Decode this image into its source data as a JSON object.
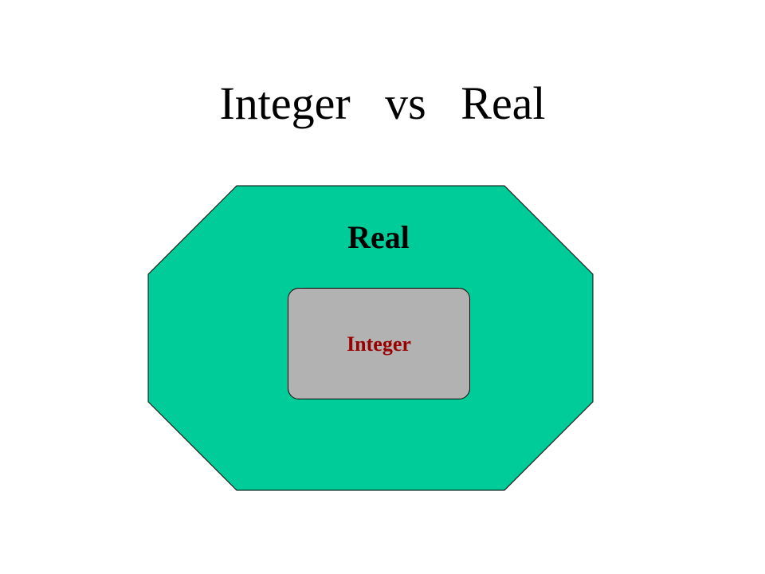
{
  "slide": {
    "title": "Integer   vs   Real"
  },
  "diagram": {
    "outer_set": {
      "label": "Real",
      "fill": "#00CC99",
      "label_color": "#000000"
    },
    "inner_set": {
      "label": "Integer",
      "fill": "#B2B2B2",
      "label_color": "#990000"
    }
  }
}
